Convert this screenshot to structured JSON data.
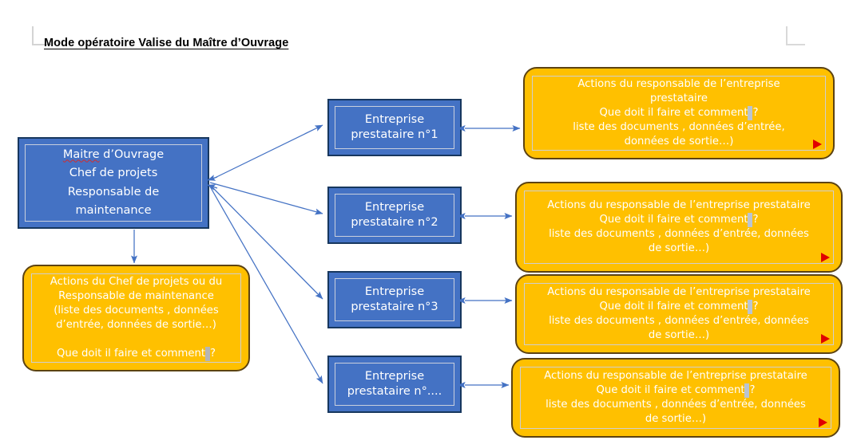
{
  "document": {
    "title": "Mode opératoire Valise du Maître d’Ouvrage"
  },
  "marks": {
    "top_left_corner": "crop-mark",
    "top_right_corner": "crop-mark"
  },
  "colors": {
    "blue_fill": "#4472C4",
    "blue_border": "#17375E",
    "orange_fill": "#FFC000",
    "orange_border": "#5C4312",
    "arrow": "#4472C4",
    "marker_red": "#E00000",
    "text_on_shape": "#FFFFFF",
    "title_text": "#000000"
  },
  "role_box": {
    "name": "maitre-ouvrage-roles",
    "line1": "Maitre d’Ouvrage",
    "line1_misspelled_word": "Maitre",
    "line2": "Chef de projets",
    "line3": "Responsable de\nmaintenance"
  },
  "entreprises": [
    {
      "id": "ent-1",
      "label": "Entreprise\nprestataire n°1"
    },
    {
      "id": "ent-2",
      "label": "Entreprise\nprestataire n°2"
    },
    {
      "id": "ent-3",
      "label": "Entreprise\nprestataire n°3"
    },
    {
      "id": "ent-4",
      "label": "Entreprise\nprestataire n°...."
    }
  ],
  "actions_left": {
    "id": "act-left",
    "line1": "Actions du Chef de projets ou du",
    "line2": "Responsable de maintenance",
    "line3": "(liste des documents , données",
    "line4": "d’entrée, données de sortie…)",
    "line5": "",
    "line6_before_highlight": "Que doit il faire et comment",
    "line6_after_highlight": "?",
    "has_red_marker": false
  },
  "actions_entreprise": [
    {
      "id": "act-ent-1",
      "line1": "Actions du responsable de l’entreprise",
      "line2": "prestataire",
      "line3_before_highlight": "Que doit il faire et comment",
      "line3_after_highlight": "?",
      "line4": "liste des documents , données d’entrée,",
      "line5": "données de sortie…)",
      "has_red_marker": true
    },
    {
      "id": "act-ent-2",
      "line1": "Actions du responsable de l’entreprise prestataire",
      "line2": "",
      "line3_before_highlight": "Que doit il faire et comment",
      "line3_after_highlight": "?",
      "line4": "liste des documents , données d’entrée, données",
      "line5": "de sortie…)",
      "has_red_marker": true
    },
    {
      "id": "act-ent-3",
      "line1": "Actions du responsable de l’entreprise prestataire",
      "line2": "",
      "line3_before_highlight": "Que doit il faire et comment",
      "line3_after_highlight": "?",
      "line4": "liste des documents , données d’entrée, données",
      "line5": "de sortie…)",
      "has_red_marker": true
    },
    {
      "id": "act-ent-4",
      "line1": "Actions du responsable de l’entreprise prestataire",
      "line2": "",
      "line3_before_highlight": "Que doit il faire et comment",
      "line3_after_highlight": "?",
      "line4": "liste des documents , données d’entrée, données",
      "line5": "de sortie…)",
      "has_red_marker": true
    }
  ],
  "connectors": {
    "fanout_label": "roles-to-entreprises",
    "down_label": "roles-to-actions-left",
    "pair_label": "entreprise-to-actions"
  }
}
